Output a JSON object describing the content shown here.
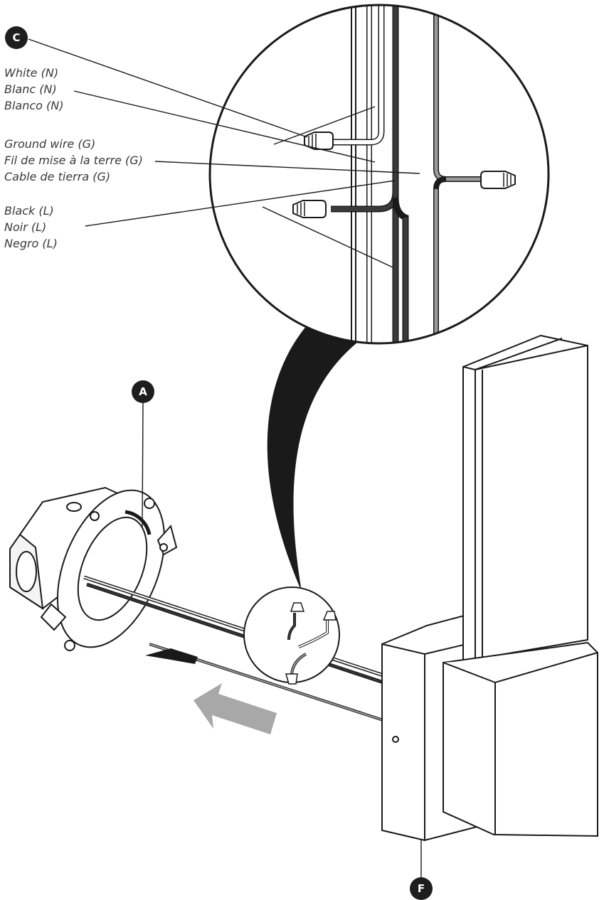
{
  "labels": {
    "neutral": [
      "White (N)",
      "Blanc (N)",
      "Blanco (N)"
    ],
    "ground": [
      "Ground wire (G)",
      "Fil de mise à la terre (G)",
      "Cable de tierra (G)"
    ],
    "live": [
      "Black (L)",
      "Noir (L)",
      "Negro (L)"
    ]
  },
  "callouts": {
    "c": "C",
    "a": "A",
    "f": "F"
  },
  "colors": {
    "line": "#1a1a1a",
    "white_wire": "#ffffff",
    "ground_wire": "#9a9a9a",
    "black_wire": "#3a3a3a",
    "arrow": "#a8a8a8",
    "callout_bg": "#1e1e1e"
  },
  "icons": {
    "direction_arrow": "push-arrow-icon",
    "wire_connector": "wire-nut-icon"
  }
}
